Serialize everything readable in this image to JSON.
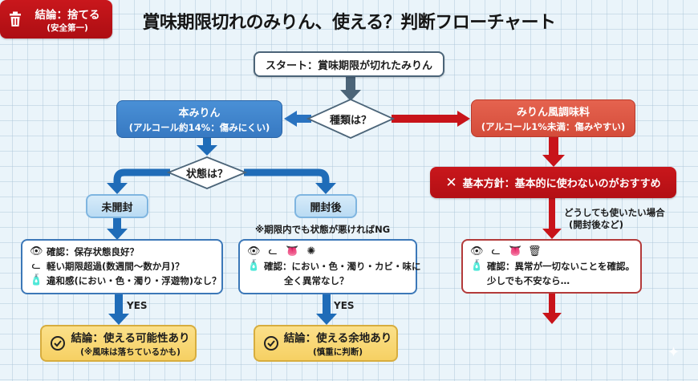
{
  "title": "賞味期限切れのみりん、使える？判断フローチャート",
  "start": {
    "label": "スタート：賞味期限が切れたみりん"
  },
  "decision_type": {
    "label": "種類は？"
  },
  "hon_mirin": {
    "title": "本みりん",
    "subtitle": "(アルコール約14%：傷みにくい)"
  },
  "mirin_fuu": {
    "title": "みりん風調味料",
    "subtitle": "(アルコール1%未満：傷みやすい)"
  },
  "decision_state": {
    "label": "状態は？"
  },
  "unopened": {
    "label": "未開封"
  },
  "opened": {
    "label": "開封後",
    "note": "※期限内でも状態が悪ければNG"
  },
  "policy": {
    "icon": "x-icon",
    "label": "基本方針：基本的に使わないのがおすすめ"
  },
  "policy_branch": {
    "line1": "どうしても使いたい場合",
    "line2": "(開封後など)"
  },
  "check_unopened": {
    "rows": [
      {
        "icon": "eye-icon",
        "text": "確認：保存状態良好？"
      },
      {
        "icon": "nose-icon",
        "text": "軽い期限超過(数週間〜数か月)？"
      },
      {
        "icon": "bottle-icon",
        "text": "違和感(におい・色・濁り・浮遊物)なし？"
      }
    ]
  },
  "check_opened": {
    "icons": [
      "eye-icon",
      "nose-icon",
      "tongue-icon",
      "mold-icon"
    ],
    "line1": "確認：におい・色・濁り・カビ・味に",
    "line2": "全く異常なし？",
    "line_icon": "bottle-icon"
  },
  "check_fuu": {
    "icons": [
      "eye-icon",
      "nose-icon",
      "tongue-icon",
      "trash-icon"
    ],
    "line1": "確認：異常が一切ないことを確認。",
    "line2": "少しでも不安なら…",
    "line_icon": "bottle-icon"
  },
  "yes_label": "YES",
  "conclusion_unopened": {
    "icon": "check-circle-icon",
    "title": "結論：使える可能性あり",
    "subtitle": "(※風味は落ちているかも)"
  },
  "conclusion_opened": {
    "icon": "check-circle-icon",
    "title": "結論：使える余地あり",
    "subtitle": "(慎重に判断)"
  },
  "conclusion_fuu": {
    "icon": "trash-icon",
    "title": "結論：捨てる",
    "subtitle": "(安全第一)"
  },
  "colors": {
    "blue": "#2f78c4",
    "red": "#c8141a",
    "slate": "#4b6478",
    "yellow": "#f6d063",
    "light_blue": "#c6e2f6"
  }
}
